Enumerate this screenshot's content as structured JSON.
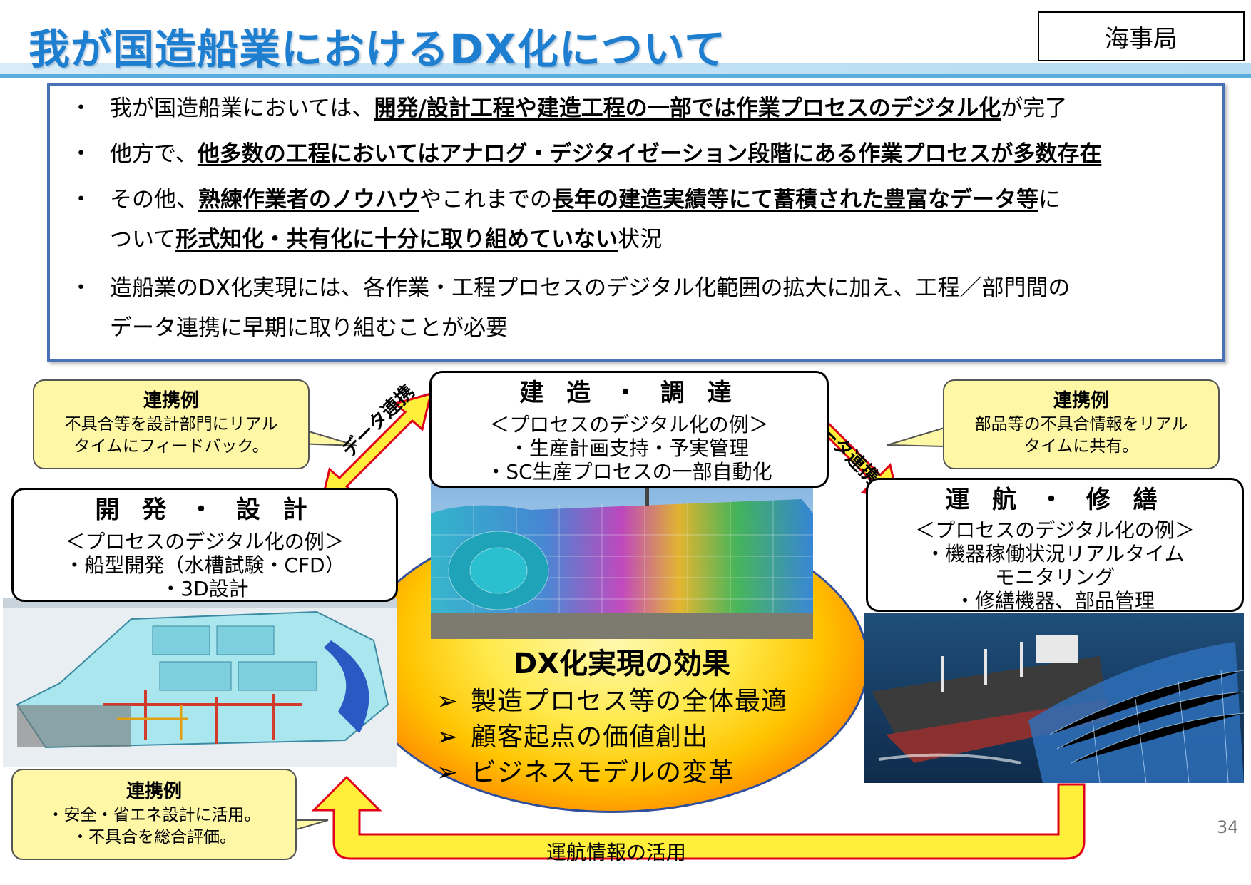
{
  "header": {
    "title": "我が国造船業におけるDX化について",
    "agency": "海事局"
  },
  "summary": {
    "b1": {
      "t1": "我が国造船業においては、",
      "b1": "開発/設計工程や建造工程の一部では作業プロセスのデジタル化",
      "t2": "が完了"
    },
    "b2": {
      "t1": "他方で、",
      "b1": "他多数の工程においてはアナログ・デジタイゼーション段階にある作業プロセスが多数存在"
    },
    "b3": {
      "t1": "その他、",
      "b1": "熟練作業者のノウハウ",
      "t2": "やこれまでの",
      "b2": "長年の建造実績等にて蓄積された豊富なデータ等",
      "t3": "に",
      "t4": "ついて",
      "b3": "形式知化・共有化に十分に取り組めていない",
      "t5": "状況"
    },
    "b4": {
      "line1": "造船業のDX化実現には、各作業・工程プロセスのデジタル化範囲の拡大に加え、工程／部門間の",
      "line2": "データ連携に早期に取り組むことが必要"
    }
  },
  "processes": {
    "construction": {
      "title": "建 造 ・ 調 達",
      "sub": "＜プロセスのデジタル化の例＞",
      "items": [
        "・生産計画支持・予実管理",
        "・SC生産プロセスの一部自動化"
      ]
    },
    "design": {
      "title": "開 発 ・ 設 計",
      "sub": "＜プロセスのデジタル化の例＞",
      "items": [
        "・船型開発（水槽試験・CFD）",
        "・3D設計"
      ]
    },
    "operation": {
      "title": "運 航 ・ 修 繕",
      "sub": "＜プロセスのデジタル化の例＞",
      "items": [
        "・機器稼働状況リアルタイム",
        "モニタリング",
        "・修繕機器、部品管理"
      ]
    }
  },
  "callouts": {
    "left_top": {
      "title": "連携例",
      "lines": [
        "不具合等を設計部門にリアル",
        "タイムにフィードバック。"
      ]
    },
    "right_top": {
      "title": "連携例",
      "lines": [
        "部品等の不具合情報をリアル",
        "タイムに共有。"
      ]
    },
    "bottom_left": {
      "title": "連携例",
      "lines": [
        "・安全・省エネ設計に活用。",
        "・不具合を総合評価。"
      ]
    }
  },
  "dx": {
    "title": "DX化実現の効果",
    "items": [
      "製造プロセス等の全体最適",
      "顧客起点の価値創出",
      "ビジネスモデルの変革"
    ]
  },
  "labels": {
    "data_link": "データ連携",
    "operation_info": "運航情報の活用",
    "page_number": "34"
  },
  "icons": {
    "bullet": "・",
    "dx_arrow": "➢"
  },
  "colors": {
    "title": "#1e7fd0",
    "summary_border": "#4b72b8",
    "callout_fill": "#fdf7a6",
    "arrow_fill": "#ffef3a",
    "arrow_stroke": "#e0001a"
  }
}
